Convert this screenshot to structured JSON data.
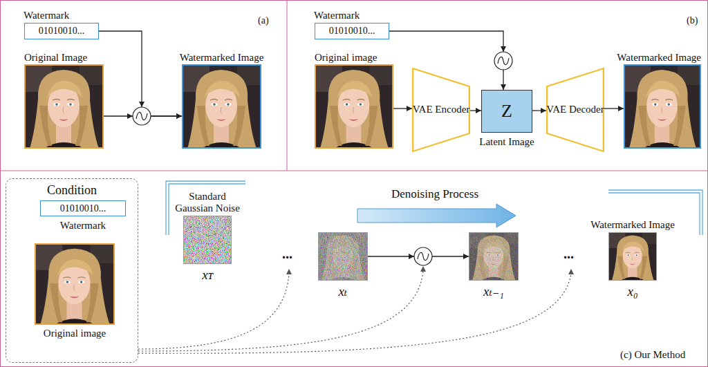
{
  "diagram": {
    "nodes": [
      {
        "text": [
          "Watermark",
          "01010010..."
        ]
      },
      {
        "text": [
          "Original Image"
        ]
      },
      {
        "text": [
          "Watermarked Image"
        ]
      },
      {
        "text": [
          "Watermark",
          "01010010..."
        ]
      },
      {
        "text": [
          "Original image"
        ]
      },
      {
        "text": [
          "VAE Encoder"
        ]
      },
      {
        "text": [
          "Z",
          "Latent Image"
        ]
      },
      {
        "text": [
          "VAE Decoder"
        ]
      },
      {
        "text": [
          "Watermarked Image"
        ]
      },
      {
        "text": [
          "Condition"
        ]
      },
      {
        "text": [
          "01010010...",
          "Watermark"
        ],
        "in": 9
      },
      {
        "text": [
          "Original image"
        ],
        "in": 9
      },
      {
        "text": [
          "Standard Gaussian Noise",
          "xᴛ"
        ]
      },
      {
        "text": [
          "xₜ"
        ]
      },
      {
        "text": [
          "xₜ₋₁"
        ]
      },
      {
        "text": [
          "Watermarked Image",
          "x₀"
        ]
      }
    ],
    "edges": [
      {
        "from": 0,
        "to": 2,
        "arrow": "to"
      },
      {
        "from": 1,
        "to": 2,
        "arrow": "to"
      },
      {
        "from": 3,
        "to": 6,
        "arrow": "to"
      },
      {
        "from": 4,
        "to": 5,
        "arrow": "to"
      },
      {
        "from": 5,
        "to": 6,
        "arrow": "to"
      },
      {
        "from": 6,
        "to": 7,
        "arrow": "to"
      },
      {
        "from": 7,
        "to": 8,
        "arrow": "to"
      },
      {
        "from": 13,
        "to": 14,
        "arrow": "to"
      }
    ],
    "labels": [
      "(a)",
      "(b)",
      "Denoising Process",
      "...",
      "...",
      "(c) Our Method"
    ]
  }
}
